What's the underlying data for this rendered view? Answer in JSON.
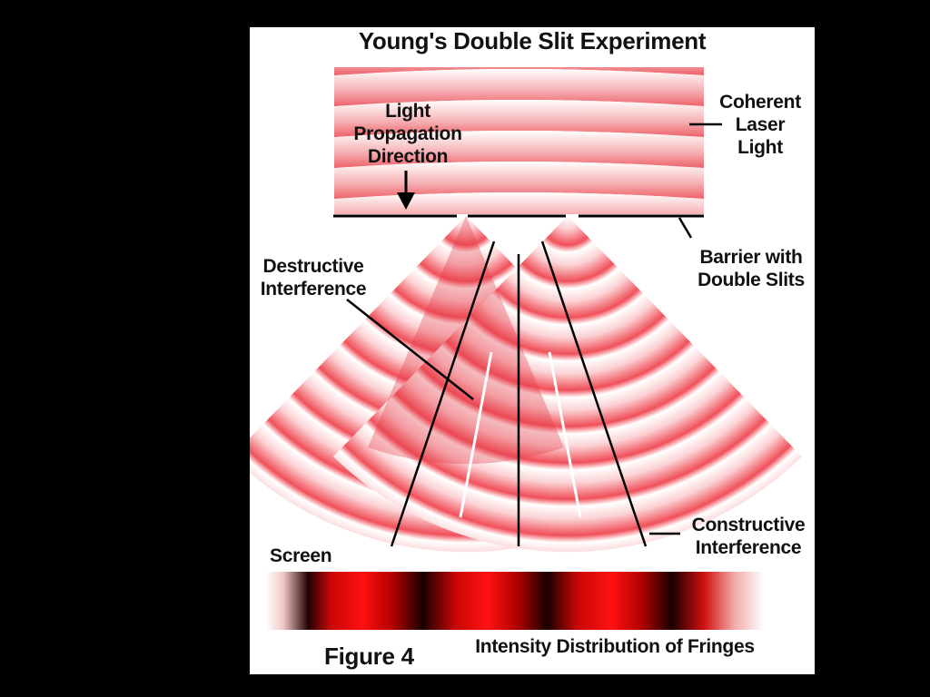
{
  "title": "Young's Double Slit Experiment",
  "labels": {
    "light_direction": "Light\nPropagation\nDirection",
    "coherent_light": "Coherent\nLaser\nLight",
    "barrier": "Barrier with\nDouble Slits",
    "destructive": "Destructive\nInterference",
    "screen": "Screen",
    "constructive": "Constructive\nInterference",
    "figure": "Figure 4",
    "intensity": "Intensity Distribution of Fringes"
  },
  "colors": {
    "wave_red": "#f0505a",
    "fringe_red": "#e01010",
    "fringe_dark": "#1a0000",
    "line": "#000000"
  }
}
